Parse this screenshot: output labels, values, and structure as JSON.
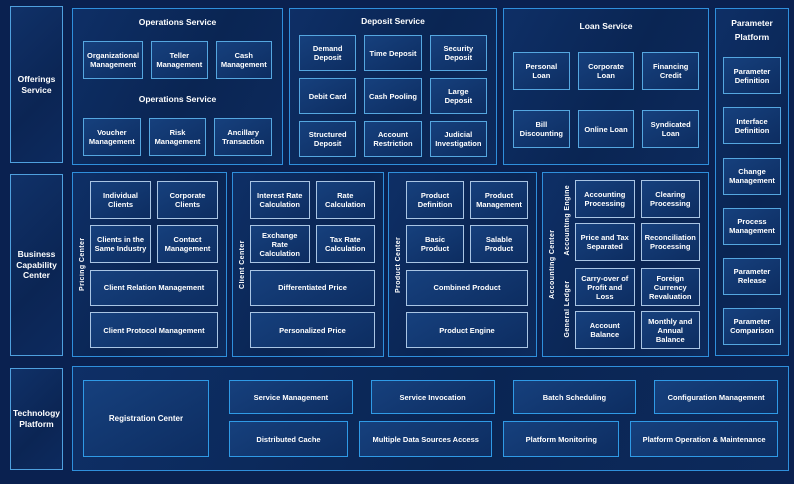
{
  "left_rail": {
    "offerings": "Offerings Service",
    "business": "Business Capability Center",
    "technology": "Technology Platform"
  },
  "operations": {
    "title": "Operations Service",
    "subtitle": "Operations Service",
    "row1": [
      "Organizational Management",
      "Teller Management",
      "Cash Management"
    ],
    "row2": [
      "Voucher Management",
      "Risk Management",
      "Ancillary Transaction"
    ]
  },
  "deposit": {
    "title": "Deposit Service",
    "items": [
      "Demand Deposit",
      "Time Deposit",
      "Security Deposit",
      "Debit Card",
      "Cash Pooling",
      "Large Deposit",
      "Structured Deposit",
      "Account Restriction",
      "Judicial Investigation"
    ]
  },
  "loan": {
    "title": "Loan Service",
    "row1": [
      "Personal Loan",
      "Corporate Loan",
      "Financing Credit"
    ],
    "row2": [
      "Bill Discounting",
      "Online Loan",
      "Syndicated Loan"
    ]
  },
  "parameter_platform": {
    "title": "Parameter Platform",
    "items": [
      "Parameter Definition",
      "Interface Definition",
      "Change Management",
      "Process Management",
      "Parameter Release",
      "Parameter Comparison"
    ]
  },
  "pricing_center": {
    "label": "Pricing Center",
    "small": [
      "Individual Clients",
      "Corporate Clients",
      "Clients in the Same Industry",
      "Contact Management"
    ],
    "wide": [
      "Client Relation Management",
      "Client Protocol Management"
    ]
  },
  "client_center": {
    "label": "Client Center",
    "small": [
      "Interest Rate Calculation",
      "Rate Calculation",
      "Exchange Rate Calculation",
      "Tax Rate Calculation"
    ],
    "wide": [
      "Differentiated Price",
      "Personalized Price"
    ]
  },
  "product_center": {
    "label": "Product Center",
    "small": [
      "Product Definition",
      "Product Management",
      "Basic Product",
      "Salable Product"
    ],
    "wide": [
      "Combined Product",
      "Product Engine"
    ]
  },
  "accounting_center": {
    "label": "Accounting Center",
    "engine": {
      "label": "Accounting Engine",
      "items": [
        "Accounting Processing",
        "Clearing Processing",
        "Price and Tax Separated",
        "Reconciliation Processing"
      ]
    },
    "ledger": {
      "label": "General Ledger",
      "items": [
        "Carry-over of Profit and Loss",
        "Foreign Currency Revaluation",
        "Account Balance",
        "Monthly and Annual Balance"
      ]
    }
  },
  "technology": {
    "registration": "Registration Center",
    "row1": [
      "Service Management",
      "Service Invocation",
      "Batch Scheduling",
      "Configuration Management"
    ],
    "row2": [
      "Distributed Cache",
      "Multiple Data Sources Access",
      "Platform Monitoring",
      "Platform Operation & Maintenance"
    ]
  },
  "colors": {
    "background": "#0a2150",
    "panel_fill": "#0c2a5c",
    "border_bright": "#2f8fdc",
    "border_light": "#55a7e0",
    "border_pale": "#a9c5e4",
    "text": "#ffffff"
  }
}
